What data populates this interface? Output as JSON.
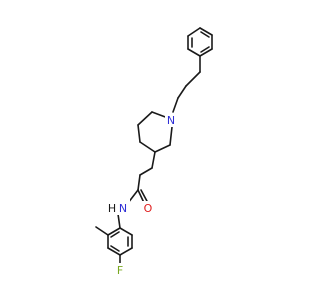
{
  "molecule": {
    "colors": {
      "bond": "#1a1a1a",
      "nitrogen": "#2f2fd6",
      "oxygen": "#e02020",
      "fluorine": "#79a821",
      "hydrogen": "#1a1a1a"
    },
    "labels": {
      "piperidine_n": "N",
      "amide_n": "N",
      "amide_h": "H",
      "carbonyl_o": "O",
      "fluorine": "F"
    }
  }
}
